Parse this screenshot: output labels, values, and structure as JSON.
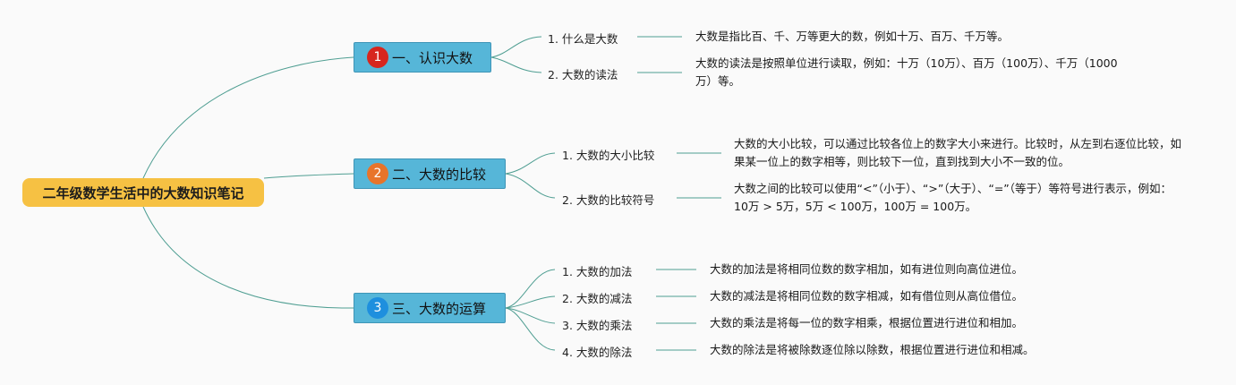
{
  "root": {
    "label": "二年级数学生活中的大数知识笔记"
  },
  "colors": {
    "root_bg": "#f6c143",
    "branch_bg": "#56b6d8",
    "connector": "#4f9e92",
    "badge_1": "#d7261e",
    "badge_2": "#e8742a",
    "badge_3": "#1e8fde"
  },
  "branches": [
    {
      "number": "1",
      "label": "一、认识大数",
      "items": [
        {
          "label": "1. 什么是大数",
          "desc": "大数是指比百、千、万等更大的数，例如十万、百万、千万等。"
        },
        {
          "label": "2. 大数的读法",
          "desc": "大数的读法是按照单位进行读取，例如：十万（10万）、百万（100万）、千万（1000万）等。"
        }
      ]
    },
    {
      "number": "2",
      "label": "二、大数的比较",
      "items": [
        {
          "label": "1. 大数的大小比较",
          "desc": "大数的大小比较，可以通过比较各位上的数字大小来进行。比较时，从左到右逐位比较，如果某一位上的数字相等，则比较下一位，直到找到大小不一致的位。"
        },
        {
          "label": "2. 大数的比较符号",
          "desc": "大数之间的比较可以使用“<”（小于）、“>”（大于）、“=”（等于）等符号进行表示，例如：10万 > 5万，5万 < 100万，100万 = 100万。"
        }
      ]
    },
    {
      "number": "3",
      "label": "三、大数的运算",
      "items": [
        {
          "label": "1. 大数的加法",
          "desc": "大数的加法是将相同位数的数字相加，如有进位则向高位进位。"
        },
        {
          "label": "2. 大数的减法",
          "desc": "大数的减法是将相同位数的数字相减，如有借位则从高位借位。"
        },
        {
          "label": "3. 大数的乘法",
          "desc": "大数的乘法是将每一位的数字相乘，根据位置进行进位和相加。"
        },
        {
          "label": "4. 大数的除法",
          "desc": "大数的除法是将被除数逐位除以除数，根据位置进行进位和相减。"
        }
      ]
    }
  ]
}
